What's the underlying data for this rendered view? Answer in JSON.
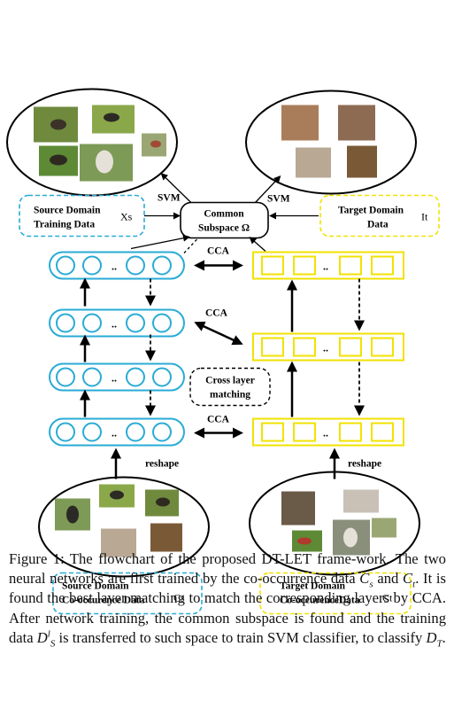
{
  "diagram": {
    "source_box": {
      "line1": "Source Domain",
      "line2": "Training Data",
      "symbol": "Xs"
    },
    "target_box": {
      "line1": "Target Domain",
      "line2": "Data",
      "symbol": "It"
    },
    "common_subspace": {
      "line1": "Common",
      "line2": "Subspace Ω"
    },
    "svm_left": "SVM",
    "svm_right": "SVM",
    "cca_labels": [
      "CCA",
      "CCA",
      "CCA"
    ],
    "cross_layer": {
      "line1": "Cross layer",
      "line2": "matching"
    },
    "dots": "..",
    "reshape_left": "reshape",
    "reshape_right": "reshape",
    "cooc_source": {
      "line1": "Source Domain",
      "line2": "Co-occurence Data",
      "symbol": "Cs"
    },
    "cooc_target": {
      "line1": "Target Domain",
      "line2": "Co-occurenceData",
      "symbol": "Ct"
    },
    "colors": {
      "cyan": "#29abd6",
      "yellow": "#f2e200",
      "black": "#000000"
    }
  },
  "caption": {
    "label": "Figure 1:",
    "part1": "The flowchart of the proposed DT-LET frame-work. The two neural networks are first trained by the co-occurrence data",
    "cs_main": "C",
    "cs_sub": "s",
    "and": "and",
    "ct_main": "C",
    "ct_sub": "t",
    "part2": ". It is found the best layer matching to match the corresponding layers by CCA. After network training, the common subspace is found and the training data",
    "ds_main": "D",
    "ds_sup": "l",
    "ds_sub": "S",
    "part3": "is transferred to such space to train SVM classifier, to classify",
    "dt_main": "D",
    "dt_sub": "T",
    "end": "."
  }
}
